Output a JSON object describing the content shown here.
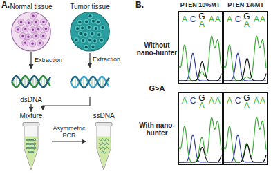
{
  "diagram": {
    "nodes": [
      {
        "text": [
          "Normal tissue"
        ]
      },
      {
        "text": [
          "Tumor tissue"
        ]
      },
      {
        "text": [
          "dsDNA"
        ]
      },
      {
        "text": [
          "Mixture"
        ]
      },
      {
        "text": [
          "ssDNA"
        ]
      }
    ],
    "edges": [
      {
        "from": 0,
        "to": 2,
        "label": "Extraction",
        "arrow": "to"
      },
      {
        "from": 2,
        "to": 3,
        "arrow": "to"
      },
      {
        "from": 3,
        "to": 4,
        "label": "Asymmetric PCR",
        "arrow": "to"
      }
    ],
    "labels": [
      "A.",
      "B.",
      "Extraction",
      "PTEN 10%MT",
      "PTEN 1%MT",
      "Without nano-hunter",
      "G>A",
      "With nano-hunter",
      "A",
      "C",
      "G",
      "A",
      "A",
      "A",
      "A",
      "C",
      "G",
      "A",
      "A",
      "A",
      "A",
      "C",
      "G",
      "A",
      "A",
      "A",
      "A",
      "C",
      "G",
      "A",
      "A",
      "A"
    ]
  }
}
